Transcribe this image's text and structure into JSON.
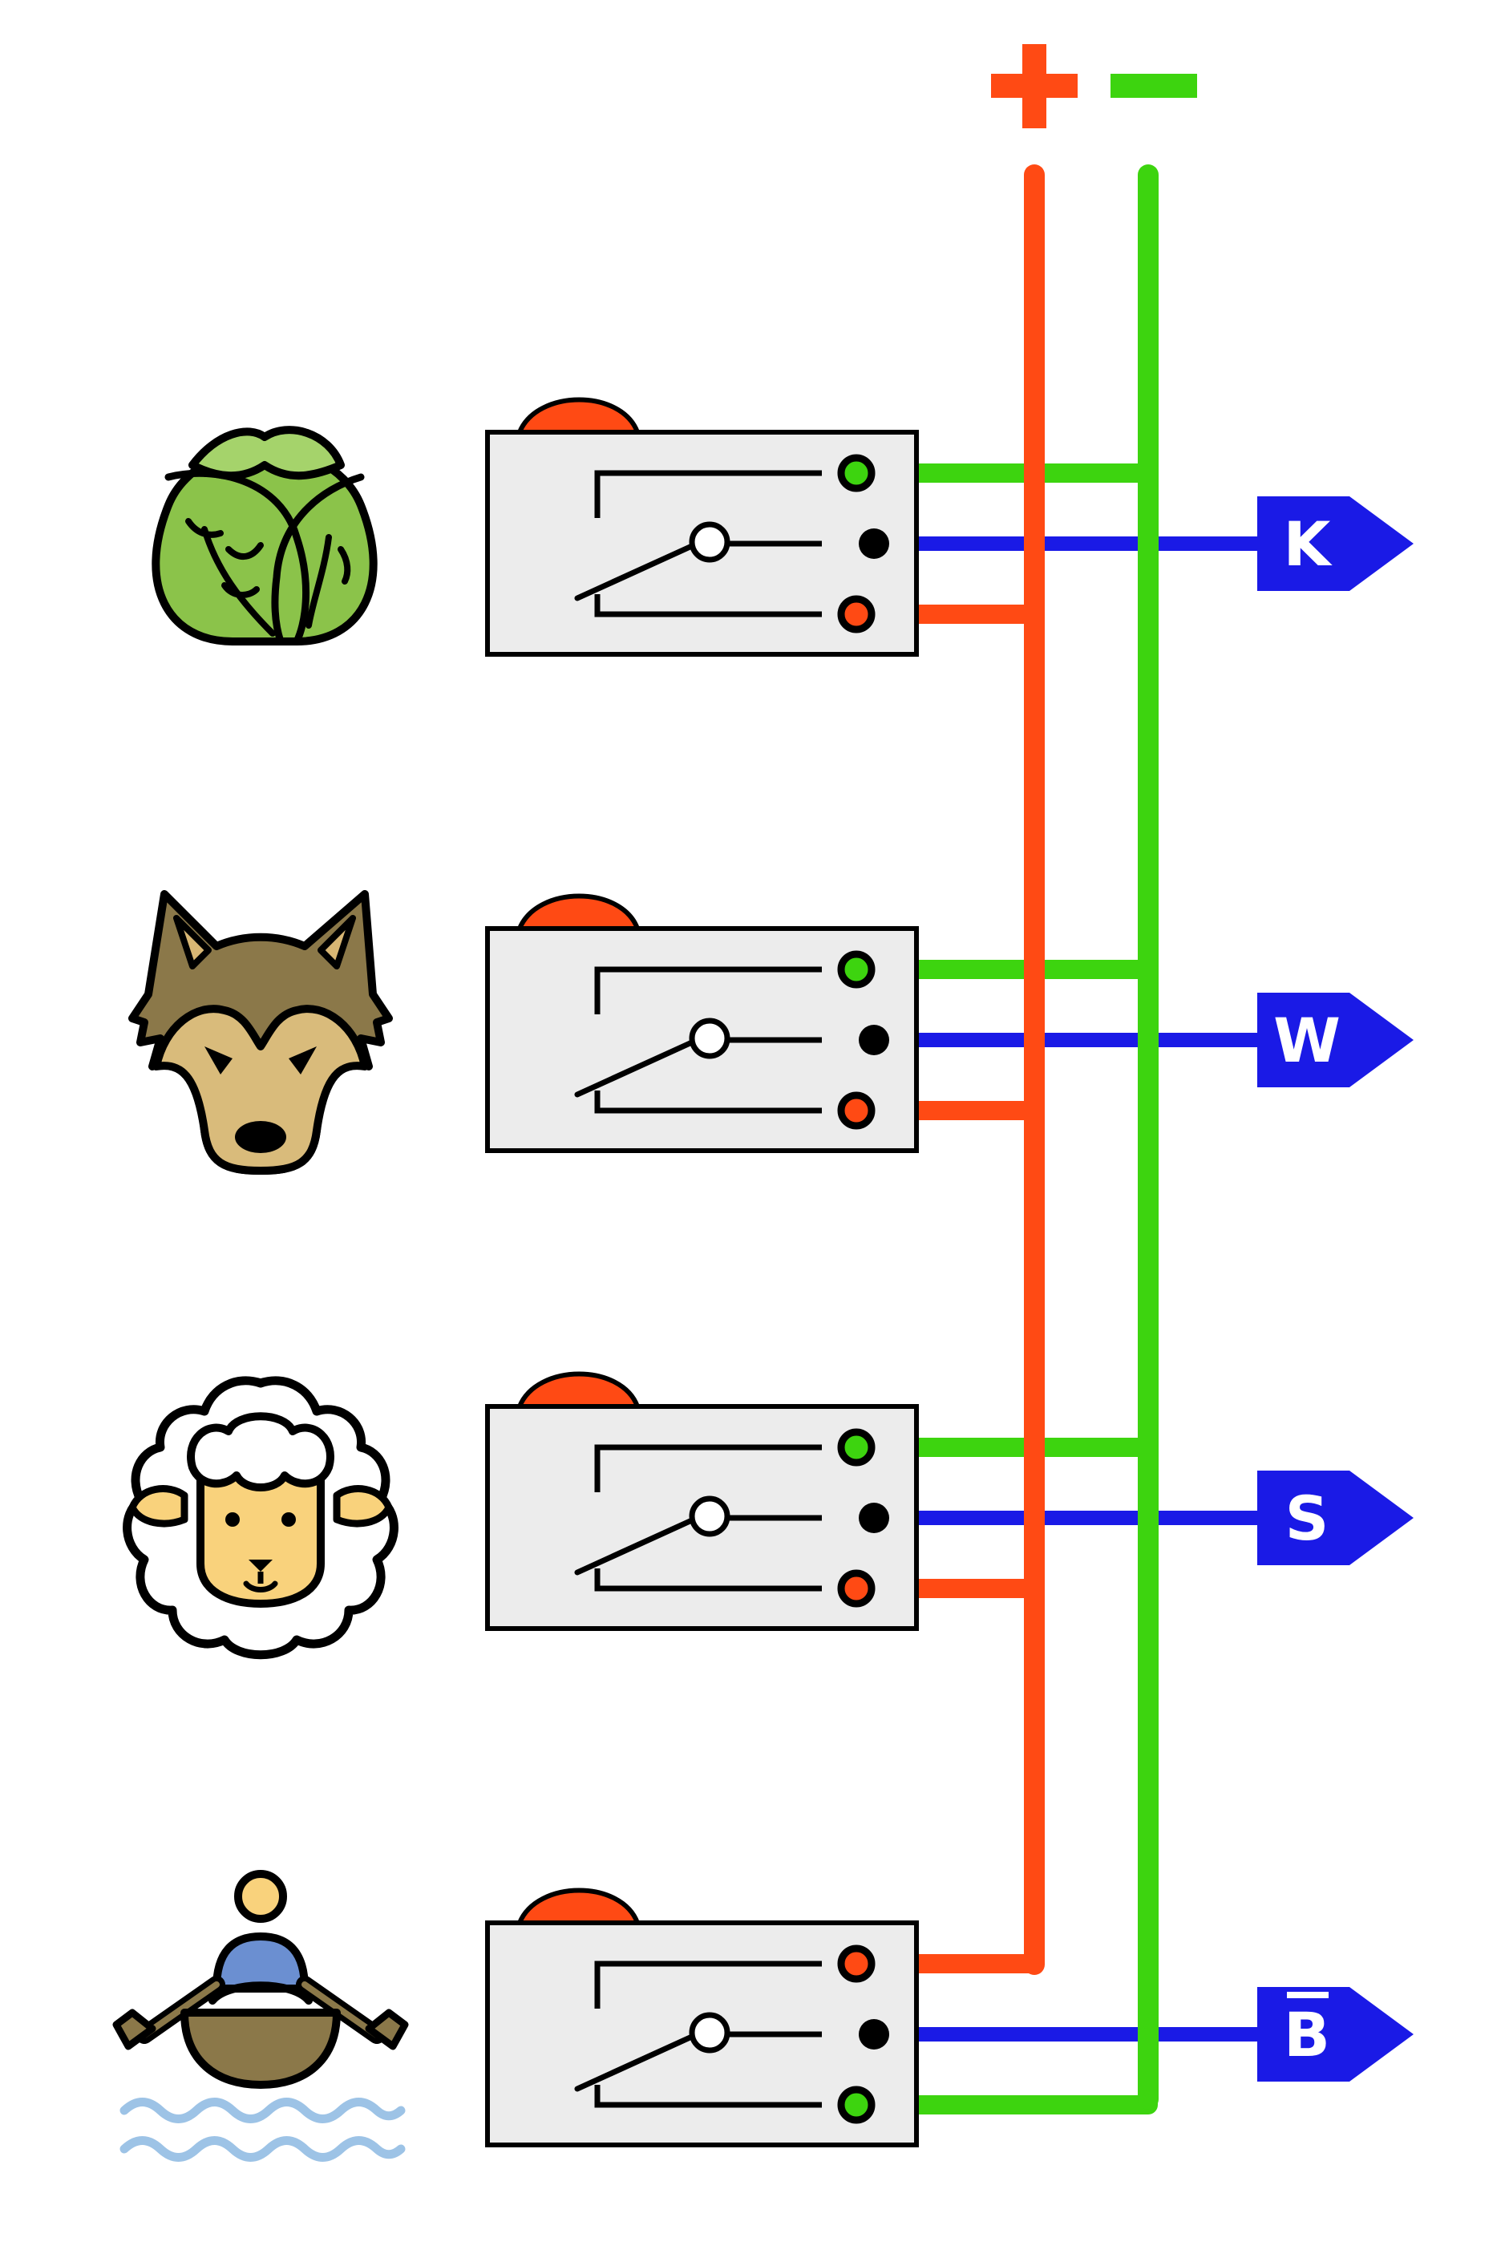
{
  "rails": {
    "plus": {
      "symbol": "+",
      "color": "#ff4a14"
    },
    "minus": {
      "symbol": "−",
      "color": "#3dd40f"
    }
  },
  "signal_color": "#1a1ae6",
  "housing_color": "#ececec",
  "button_color": "#ff4a14",
  "rows": [
    {
      "icon": "cabbage-icon",
      "output": "K",
      "overline": false
    },
    {
      "icon": "wolf-icon",
      "output": "W",
      "overline": false
    },
    {
      "icon": "sheep-icon",
      "output": "S",
      "overline": false
    },
    {
      "icon": "rower-icon",
      "output": "B",
      "overline": true
    }
  ]
}
